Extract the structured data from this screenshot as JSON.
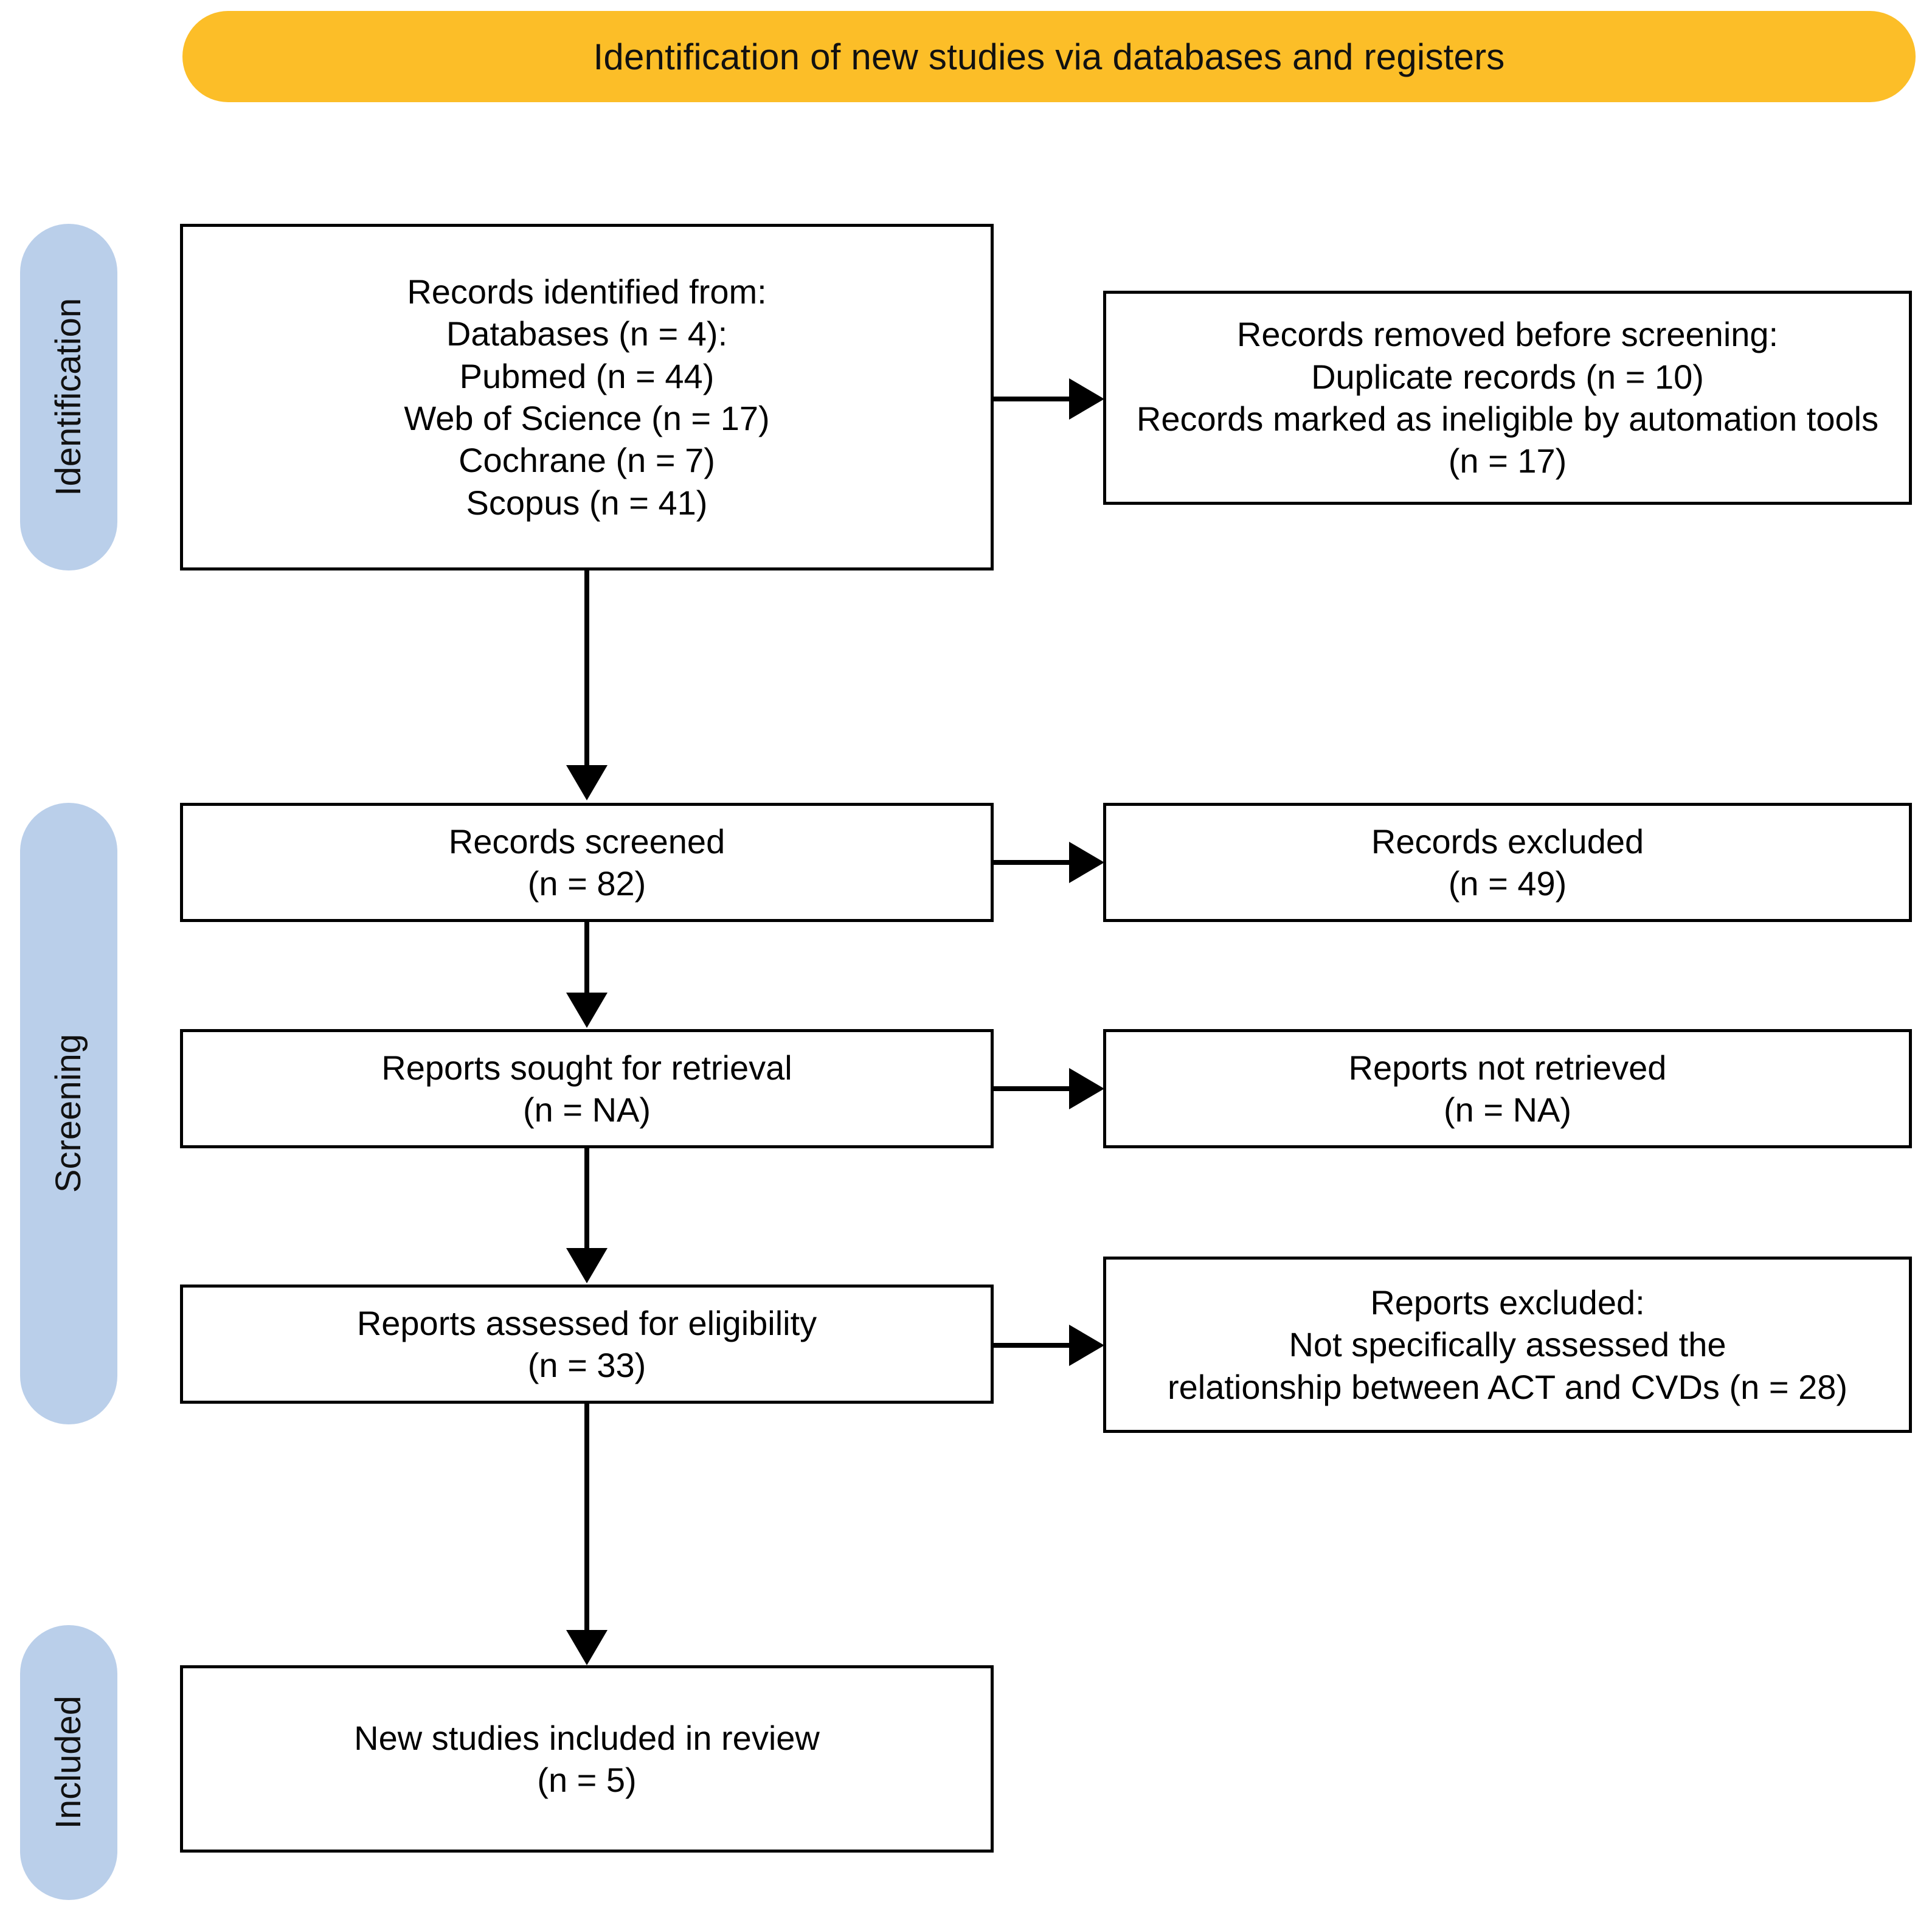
{
  "banner": {
    "title": "Identification of new studies via databases and registers",
    "color": "#FCBE28"
  },
  "stages": {
    "color": "#BACFEA",
    "identification": "Identification",
    "screening": "Screening",
    "included": "Included"
  },
  "boxes": {
    "identified": {
      "lines": [
        "Records identified from:",
        "Databases (n = 4):",
        "Pubmed (n = 44)",
        "Web of Science (n = 17)",
        "Cochrane (n = 7)",
        "Scopus (n = 41)"
      ]
    },
    "removed": {
      "lines": [
        "Records removed before screening:",
        "Duplicate records (n = 10)",
        "Records marked as ineligible by automation tools (n = 17)"
      ]
    },
    "screened": {
      "lines": [
        "Records screened",
        "(n = 82)"
      ]
    },
    "excluded_screened": {
      "lines": [
        "Records excluded",
        "(n = 49)"
      ]
    },
    "sought": {
      "lines": [
        "Reports sought for retrieval",
        "(n = NA)"
      ]
    },
    "not_retrieved": {
      "lines": [
        "Reports not retrieved",
        "(n = NA)"
      ]
    },
    "assessed": {
      "lines": [
        "Reports assessed for eligibility",
        "(n = 33)"
      ]
    },
    "excluded_reports": {
      "lines": [
        "Reports excluded:",
        "Not specifically assessed the",
        "relationship between ACT and CVDs (n = 28)"
      ]
    },
    "included": {
      "lines": [
        "New studies included in review",
        "(n = 5)"
      ]
    }
  },
  "chart_data": {
    "type": "diagram",
    "title": "Identification of new studies via databases and registers",
    "flow": [
      {
        "stage": "Identification",
        "node": "Records identified from databases",
        "databases": 4,
        "sources": [
          {
            "name": "Pubmed",
            "n": 44
          },
          {
            "name": "Web of Science",
            "n": 17
          },
          {
            "name": "Cochrane",
            "n": 7
          },
          {
            "name": "Scopus",
            "n": 41
          }
        ]
      },
      {
        "stage": "Identification",
        "node": "Records removed before screening",
        "duplicate_records": 10,
        "ineligible_by_automation_tools": 17
      },
      {
        "stage": "Screening",
        "node": "Records screened",
        "n": 82
      },
      {
        "stage": "Screening",
        "node": "Records excluded",
        "n": 49
      },
      {
        "stage": "Screening",
        "node": "Reports sought for retrieval",
        "n": "NA"
      },
      {
        "stage": "Screening",
        "node": "Reports not retrieved",
        "n": "NA"
      },
      {
        "stage": "Screening",
        "node": "Reports assessed for eligibility",
        "n": 33
      },
      {
        "stage": "Screening",
        "node": "Reports excluded: Not specifically assessed the relationship between ACT and CVDs",
        "n": 28
      },
      {
        "stage": "Included",
        "node": "New studies included in review",
        "n": 5
      }
    ]
  }
}
